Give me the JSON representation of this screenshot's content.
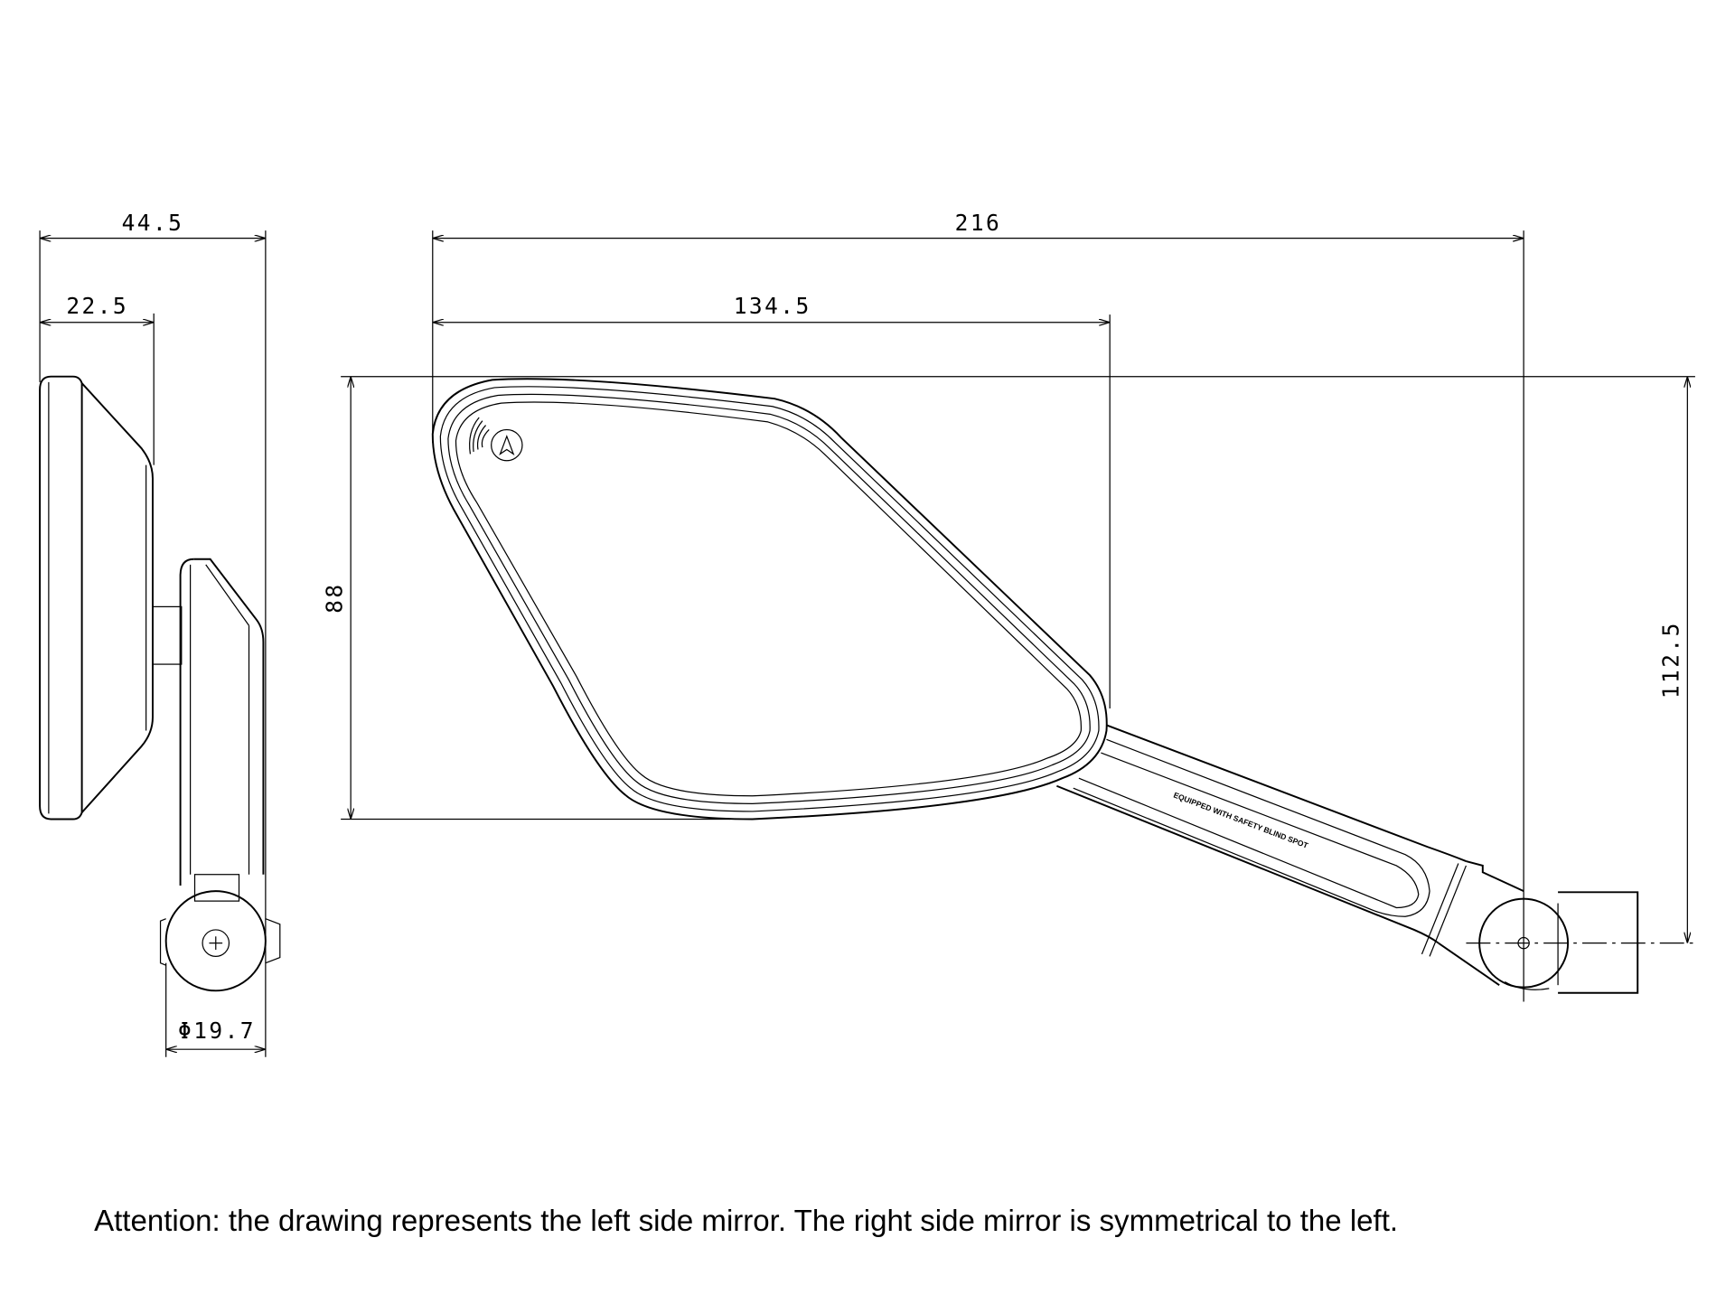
{
  "dimensions": {
    "side_total_width": "44.5",
    "side_partial_width": "22.5",
    "clamp_diameter": "Φ19.7",
    "total_length": "216",
    "mirror_length": "134.5",
    "mirror_height": "88",
    "total_height": "112.5"
  },
  "arm_label": "EQUIPPED WITH SAFETY BLIND SPOT",
  "icons": [
    "blind-spot-icon"
  ],
  "footer_note": "Attention: the drawing represents the left side mirror. The right side mirror is symmetrical to the left."
}
